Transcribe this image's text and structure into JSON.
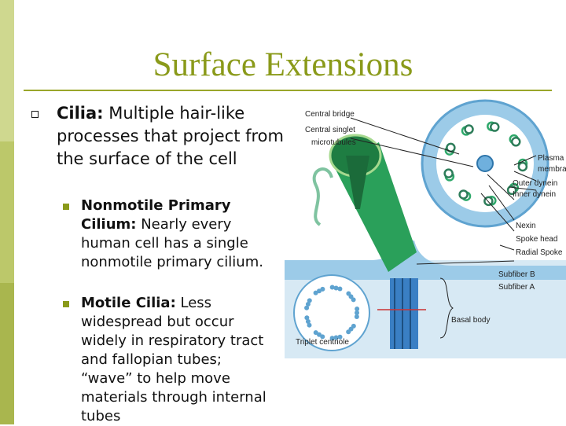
{
  "slide": {
    "title": "Surface Extensions",
    "bullets": [
      {
        "term": "Cilia:",
        "text": " Multiple hair-like processes that project from the surface of the cell",
        "sub": [
          {
            "term": "Nonmotile Primary Cilium:",
            "text": " Nearly every human cell has a single nonmotile primary cilium."
          },
          {
            "term": "Motile Cilia:",
            "text": " Less widespread but occur widely in respiratory tract and fallopian tubes; “wave” to help move materials through internal tubes"
          }
        ]
      }
    ]
  },
  "diagram": {
    "labels": {
      "central_bridge": "Central bridge",
      "central_singlet_1": "Central singlet",
      "central_singlet_2": "microtubules",
      "plasma_1": "Plasma",
      "plasma_2": "membrane",
      "outer_dynein": "Outer dynein",
      "inner_dynein": "Inner dynein",
      "nexin": "Nexin",
      "spoke_head": "Spoke head",
      "radial_spoke": "Radial Spoke",
      "subfiber_b": "Subfiber B",
      "subfiber_a": "Subfiber A",
      "basal_body": "Basal body",
      "triplet_centriole": "Triplet centriole"
    }
  },
  "colors": {
    "accent": "#8a9a1a",
    "sidebar_top": "#c9d48a",
    "sidebar_bottom": "#aab84a",
    "cilium_green": "#1f9a4a",
    "basal_blue": "#3a7fc4",
    "membrane_blue": "#6fb0dd"
  }
}
